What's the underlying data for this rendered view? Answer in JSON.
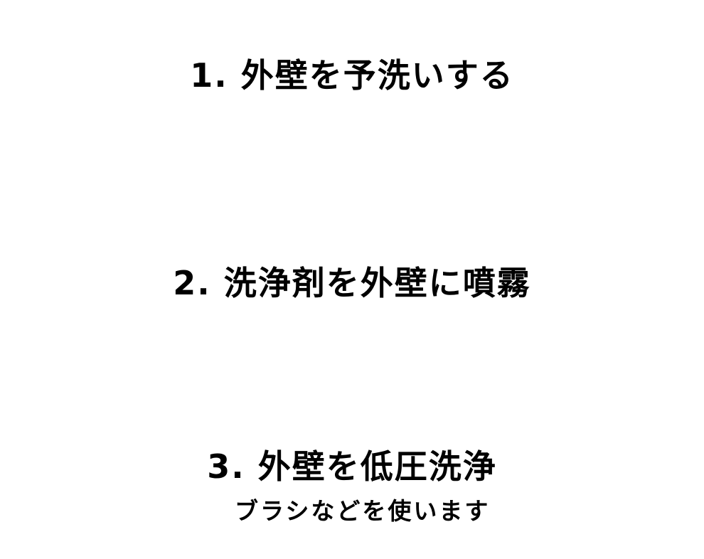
{
  "steps": [
    {
      "title": "1. 外壁を予洗いする"
    },
    {
      "title": "2. 洗浄剤を外壁に噴霧"
    },
    {
      "title": "3. 外壁を低圧洗浄",
      "note": "ブラシなどを使います"
    }
  ]
}
